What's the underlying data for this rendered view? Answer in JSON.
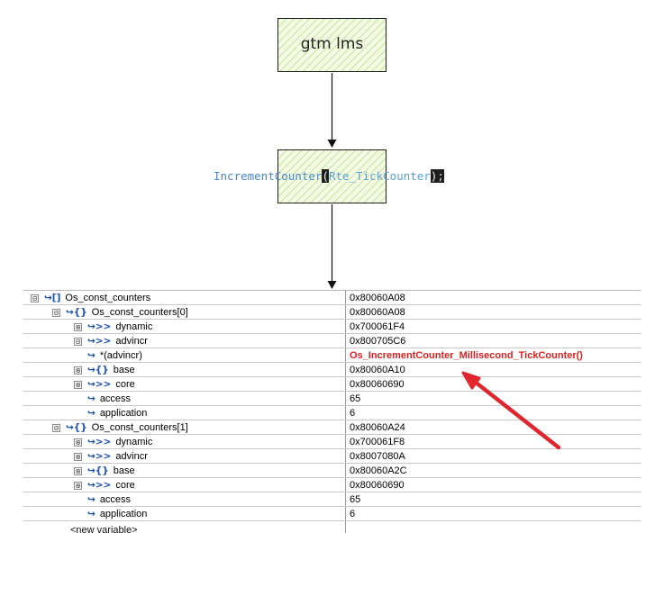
{
  "diagram": {
    "node1_label": "gtm lms",
    "node2_code": {
      "function": "IncrementCounter",
      "open_paren": "(",
      "argument": "Rte_TickCounter",
      "close_paren": ")",
      "semicolon": ";"
    }
  },
  "watch": {
    "rows": [
      {
        "name": "Os_const_counters",
        "value": "0x80060A08",
        "expander": "⊟",
        "icon": "↪[]"
      },
      {
        "name": "Os_const_counters[0]",
        "value": "0x80060A08",
        "expander": "⊟",
        "icon": "↪{}"
      },
      {
        "name": "dynamic",
        "value": "0x700061F4",
        "expander": "⊞",
        "icon": "↪>>"
      },
      {
        "name": "advincr",
        "value": "0x800705C6",
        "expander": "⊟",
        "icon": "↪>>"
      },
      {
        "name": "*(advincr)",
        "value": "Os_IncrementCounter_Millisecond_TickCounter()",
        "expander": "",
        "icon": "↪"
      },
      {
        "name": "base",
        "value": "0x80060A10",
        "expander": "⊞",
        "icon": "↪{}"
      },
      {
        "name": "core",
        "value": "0x80060690",
        "expander": "⊞",
        "icon": "↪>>"
      },
      {
        "name": "access",
        "value": "65",
        "expander": "",
        "icon": "↪"
      },
      {
        "name": "application",
        "value": "6",
        "expander": "",
        "icon": "↪"
      },
      {
        "name": "Os_const_counters[1]",
        "value": "0x80060A24",
        "expander": "⊟",
        "icon": "↪{}"
      },
      {
        "name": "dynamic",
        "value": "0x700061F8",
        "expander": "⊞",
        "icon": "↪>>"
      },
      {
        "name": "advincr",
        "value": "0x8007080A",
        "expander": "⊞",
        "icon": "↪>>"
      },
      {
        "name": "base",
        "value": "0x80060A2C",
        "expander": "⊞",
        "icon": "↪{}"
      },
      {
        "name": "core",
        "value": "0x80060690",
        "expander": "⊞",
        "icon": "↪>>"
      },
      {
        "name": "access",
        "value": "65",
        "expander": "",
        "icon": "↪"
      },
      {
        "name": "application",
        "value": "6",
        "expander": "",
        "icon": "↪"
      }
    ],
    "new_variable": "<new variable>"
  },
  "colors": {
    "highlight_value": "#e02020",
    "annotation_arrow": "#e0262e",
    "node_fill": "#f4fbe4",
    "code_function": "#4a86c8"
  }
}
